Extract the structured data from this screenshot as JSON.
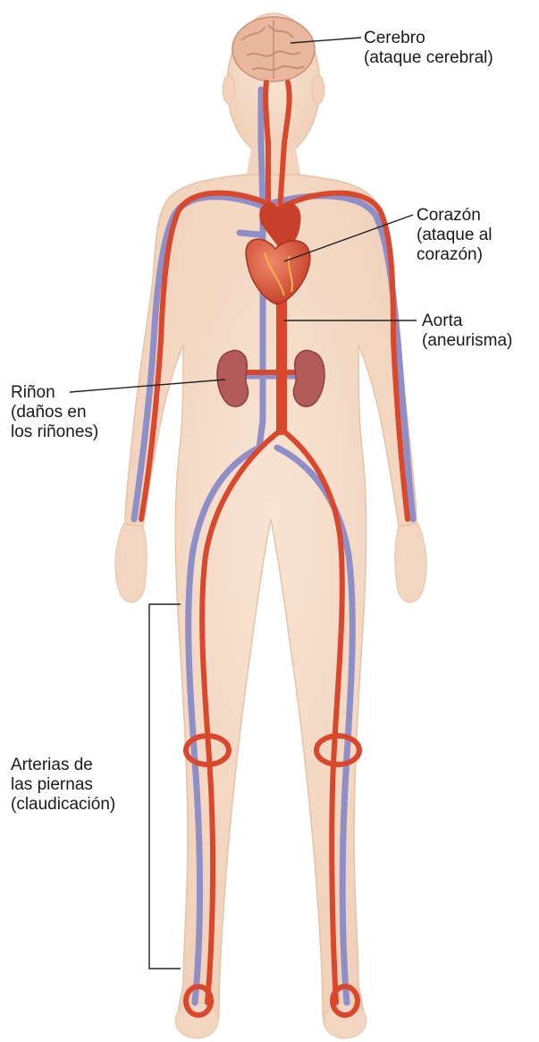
{
  "labels": {
    "brain": {
      "line1": "Cerebro",
      "line2": "(ataque cerebral)"
    },
    "heart": {
      "line1": "Corazón",
      "line2": "(ataque al",
      "line3": "corazón)"
    },
    "aorta": {
      "line1": "Aorta",
      "line2": "(aneurisma)"
    },
    "kidney": {
      "line1": "Riñon",
      "line2": "(daños en",
      "line3": "los riñones)"
    },
    "legs": {
      "line1": "Arterias de",
      "line2": "las piernas",
      "line3": "(claudicación)"
    }
  },
  "colors": {
    "skin": "#f6dcc8",
    "skin_edge": "#e6c3a8",
    "artery": "#d9472c",
    "vein": "#8e8fc9",
    "heart": "#d8553a",
    "kidney": "#b35a5a",
    "brain": "#e2b49a",
    "leader": "#222222"
  }
}
